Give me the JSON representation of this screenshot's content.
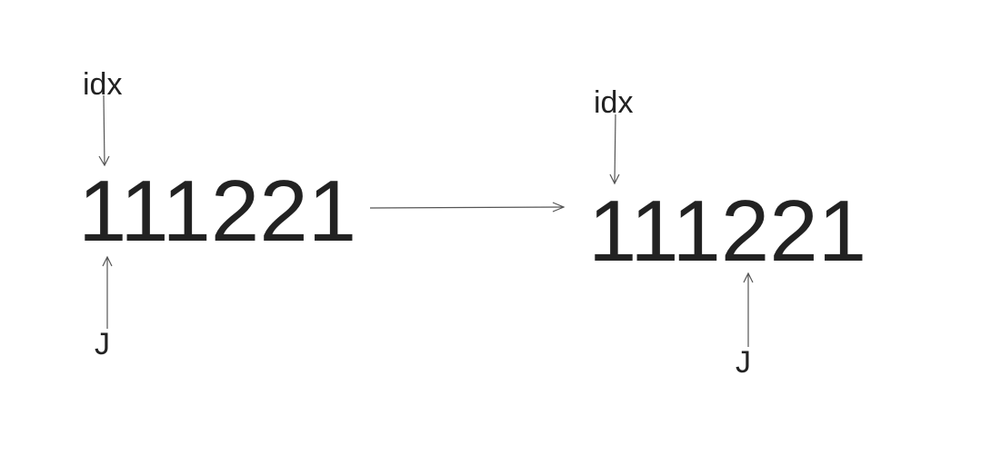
{
  "left": {
    "idx_label": "idx",
    "digits": "111221",
    "j_label": "J"
  },
  "right": {
    "idx_label": "idx",
    "digits": "111221",
    "j_label": "J"
  },
  "colors": {
    "text": "#222222",
    "arrow": "#555555",
    "background": "#ffffff"
  }
}
